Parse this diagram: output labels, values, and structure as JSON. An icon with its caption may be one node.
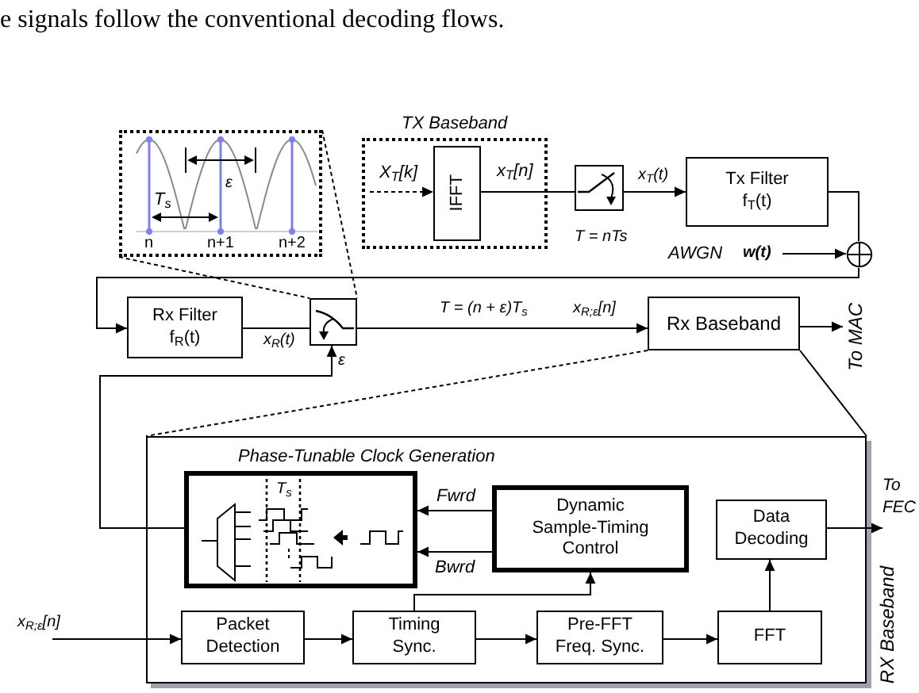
{
  "diagram": {
    "nodes": [
      {
        "text": [
          "ε",
          "T$_{s}$",
          "n",
          "n+1",
          "n+2"
        ]
      },
      {
        "text": [
          "TX Baseband"
        ]
      },
      {
        "text": [
          "IFFT"
        ],
        "in": 1
      },
      {
        "text": [],
        "shape": "box",
        "beside": [
          "T = nTs"
        ]
      },
      {
        "text": [
          "Tx Filter",
          "f$_{T}$(t)"
        ]
      },
      {
        "text": [
          "AWGN",
          "w(t)"
        ]
      },
      {
        "text": [],
        "shape": "circle"
      },
      {
        "text": [
          "Rx Filter",
          "f$_{R}$(t)"
        ]
      },
      {
        "text": [],
        "shape": "box"
      },
      {
        "text": [
          "Rx Baseband"
        ]
      },
      {
        "text": [
          "To MAC"
        ]
      },
      {
        "text": [
          "RX Baseband"
        ]
      },
      {
        "text": [
          "Phase-Tunable Clock Generation",
          "T$_{s}$"
        ],
        "in": 11
      },
      {
        "text": [
          "Dynamic Sample-Timing Control"
        ],
        "in": 11
      },
      {
        "text": [
          "Data Decoding"
        ],
        "in": 11
      },
      {
        "text": [
          "To FEC"
        ]
      },
      {
        "text": [
          "Packet Detection"
        ],
        "in": 11
      },
      {
        "text": [
          "Timing Sync."
        ],
        "in": 11
      },
      {
        "text": [
          "Pre-FFT Freq. Sync."
        ],
        "in": 11
      },
      {
        "text": [
          "FFT"
        ],
        "in": 11
      }
    ],
    "edges": [
      {
        "from": null,
        "to": 2,
        "arrow": "to",
        "label": "X$_{T}$[k]",
        "style": "dashed"
      },
      {
        "from": 2,
        "to": 3,
        "arrow": "none",
        "label": "x$_{T}$[n]"
      },
      {
        "from": 3,
        "to": 4,
        "arrow": "to",
        "label": "x$_{T}$(t)"
      },
      {
        "from": 4,
        "to": 6,
        "arrow": "none"
      },
      {
        "from": 5,
        "to": 6,
        "arrow": "to"
      },
      {
        "from": 6,
        "to": 7,
        "arrow": "to"
      },
      {
        "from": 7,
        "to": 8,
        "arrow": "none",
        "label": "x$_{R}$(t)"
      },
      {
        "from": 8,
        "to": 9,
        "arrow": "to",
        "label": "x$_{R;ε}$[n]"
      },
      {
        "from": 9,
        "to": 10,
        "arrow": "to"
      },
      {
        "from": 12,
        "to": 8,
        "arrow": "to",
        "label": "ε"
      },
      {
        "from": 13,
        "to": 12,
        "arrow": "to",
        "label": "Fwrd"
      },
      {
        "from": 13,
        "to": 12,
        "arrow": "to",
        "label": "Bwrd"
      },
      {
        "from": 17,
        "to": 13,
        "arrow": "to"
      },
      {
        "from": null,
        "to": 16,
        "arrow": "to",
        "label": "x$_{R;ε}$[n]"
      },
      {
        "from": 16,
        "to": 17,
        "arrow": "to"
      },
      {
        "from": 17,
        "to": 18,
        "arrow": "to"
      },
      {
        "from": 18,
        "to": 19,
        "arrow": "to"
      },
      {
        "from": 19,
        "to": 14,
        "arrow": "to"
      },
      {
        "from": 14,
        "to": 15,
        "arrow": "to"
      },
      {
        "from": 0,
        "to": 8,
        "arrow": "none",
        "style": "dashed"
      },
      {
        "from": 0,
        "to": 8,
        "arrow": "none",
        "style": "dashed"
      },
      {
        "from": 9,
        "to": 11,
        "arrow": "none",
        "style": "dashed"
      },
      {
        "from": 9,
        "to": 11,
        "arrow": "none"
      }
    ],
    "labels": [
      "e signals follow the conventional decoding flows.",
      "T = (n + ε)T$_{s}$"
    ]
  }
}
